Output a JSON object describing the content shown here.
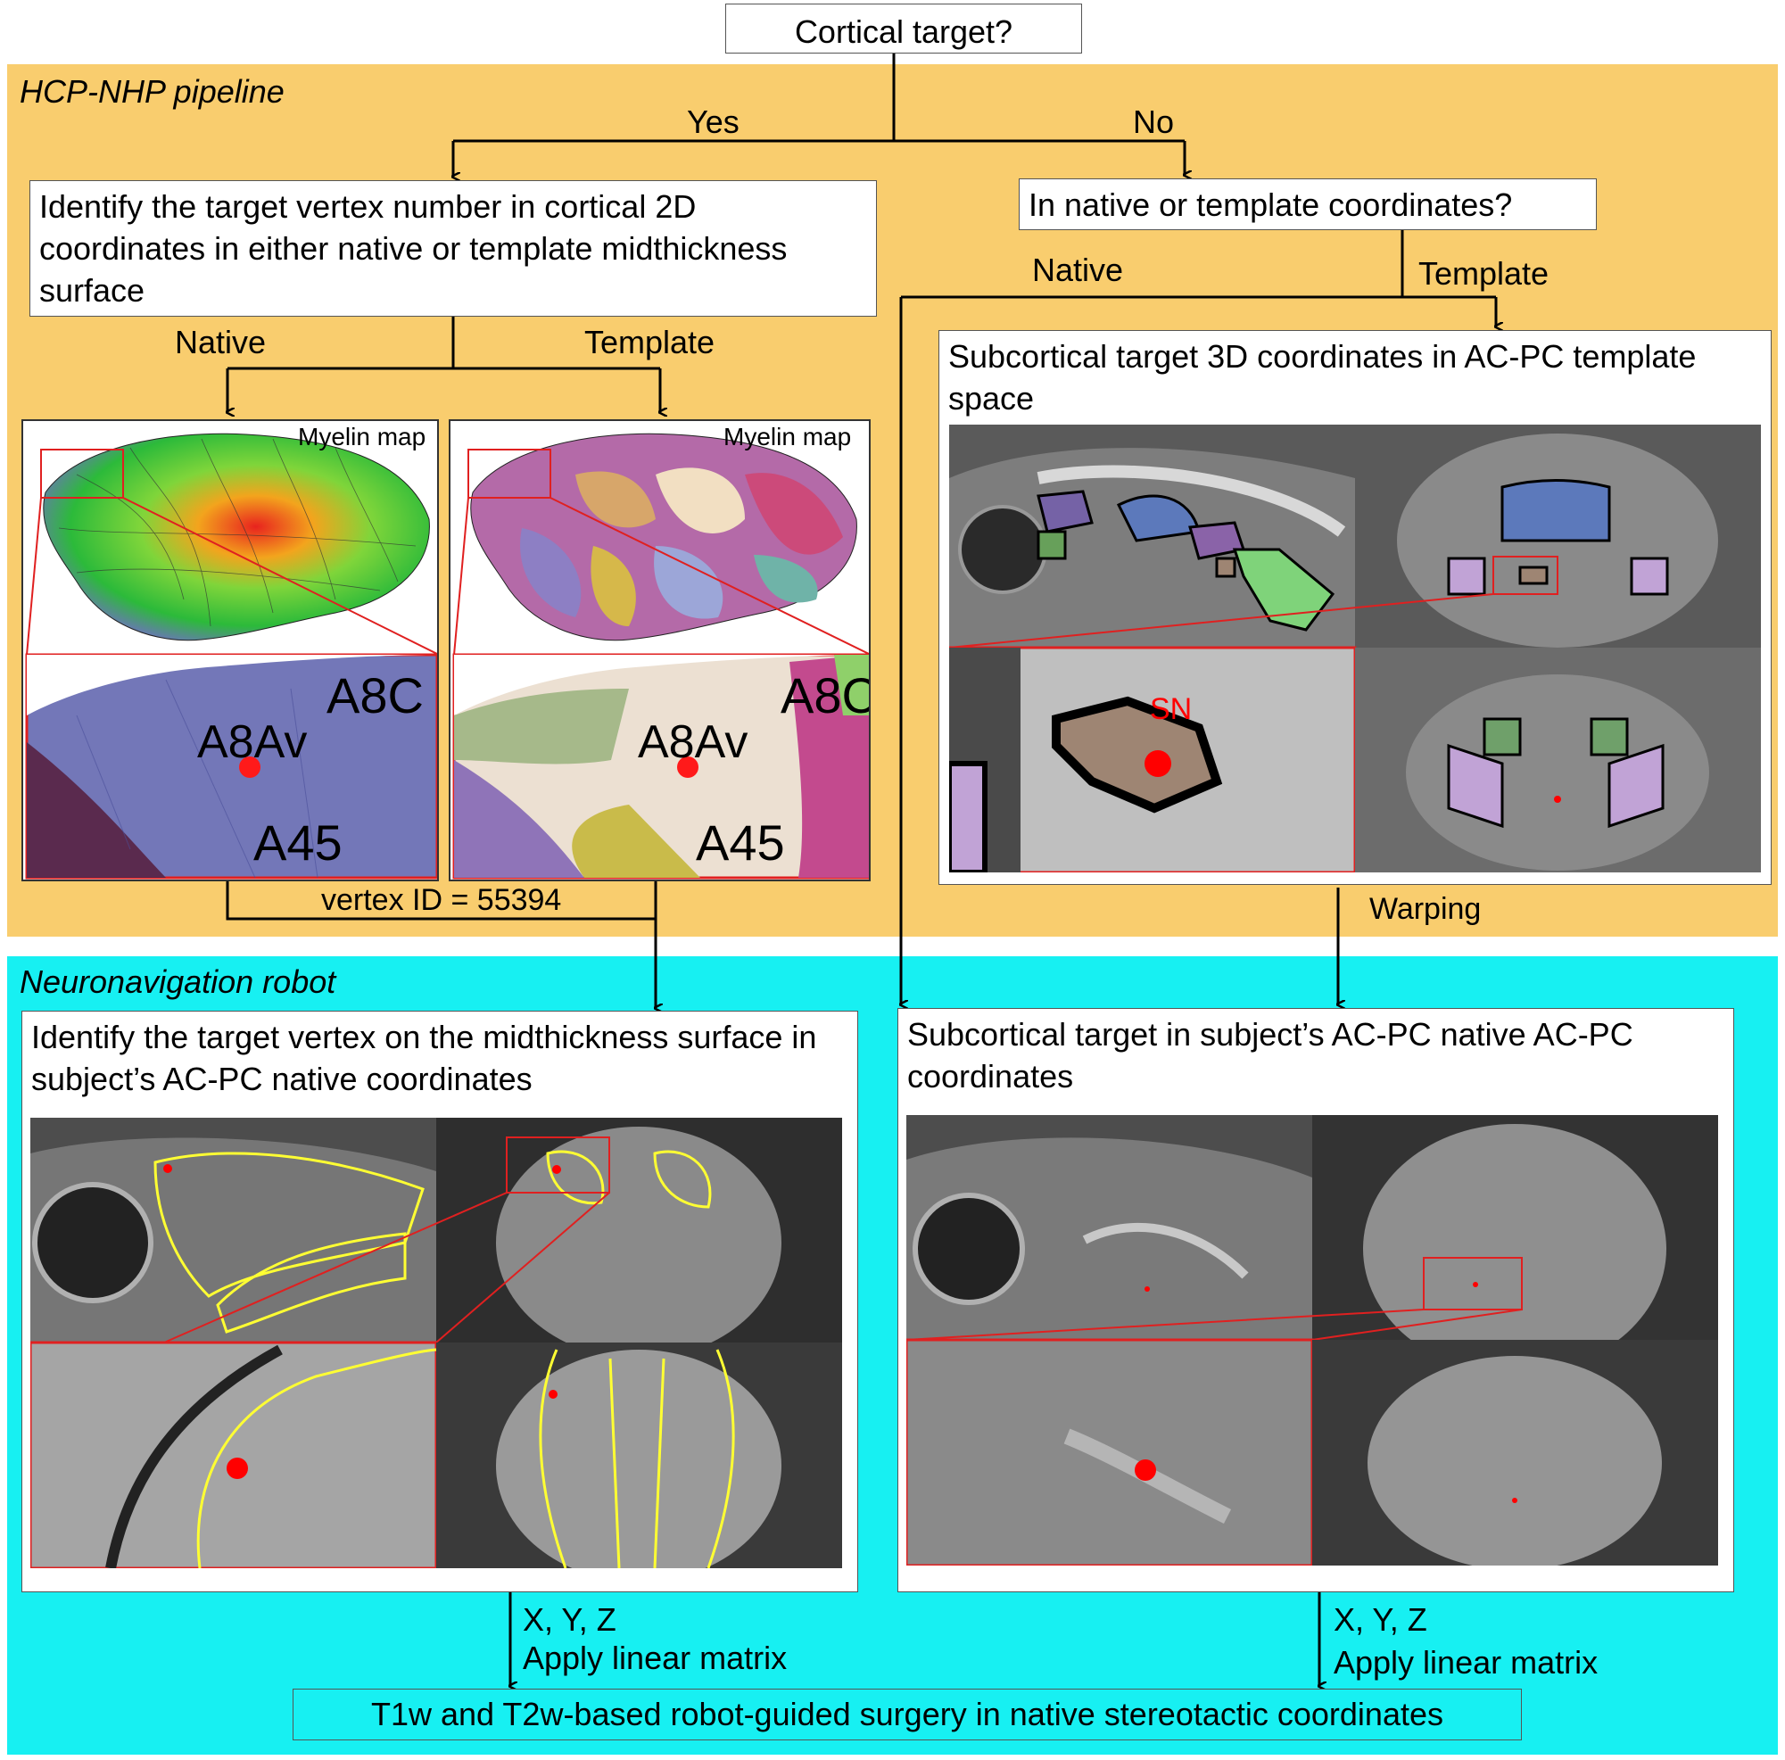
{
  "diagram": {
    "start_box": "Cortical target?",
    "hcp_section_title": "HCP-NHP pipeline",
    "robot_section_title": "Neuronavigation robot",
    "yes_label": "Yes",
    "no_label": "No",
    "cortical_box": "Identify the target vertex number in cortical 2D coordinates in either native or template midthickness surface",
    "coord_question_box": "In native or template coordinates?",
    "native_label_right": "Native",
    "template_label_right": "Template",
    "native_label_left": "Native",
    "template_label_left": "Template",
    "subcortical_template_box": "Subcortical target 3D coordinates in AC-PC template space",
    "myelin_label_1": "Myelin map",
    "myelin_label_2": "Myelin map",
    "area_label_1": "A8Av",
    "area_label_2": "A45",
    "area_label_3": "A8C",
    "area_label_4": "A8Av",
    "area_label_5": "A45",
    "area_label_6": "A8C",
    "sn_label": "SN",
    "vertex_label": "vertex ID = 55394",
    "warping_label": "Warping",
    "robot_left_box": "Identify the target vertex on the midthickness surface in subject’s AC-PC native coordinates",
    "robot_right_box": "Subcortical target in subject’s AC-PC native AC-PC coordinates",
    "xyz_left": "X, Y, Z",
    "apply_left": "Apply linear matrix",
    "xyz_right": "X, Y, Z",
    "apply_right": "Apply linear matrix",
    "final_box": "T1w and T2w-based robot-guided surgery in native stereotactic coordinates"
  },
  "colors": {
    "hcp_panel": "#f9cd6e",
    "robot_panel": "#17f0f2",
    "target_marker": "#ff0000",
    "contour": "#ffff33",
    "sn_fill": "#9e8573"
  }
}
